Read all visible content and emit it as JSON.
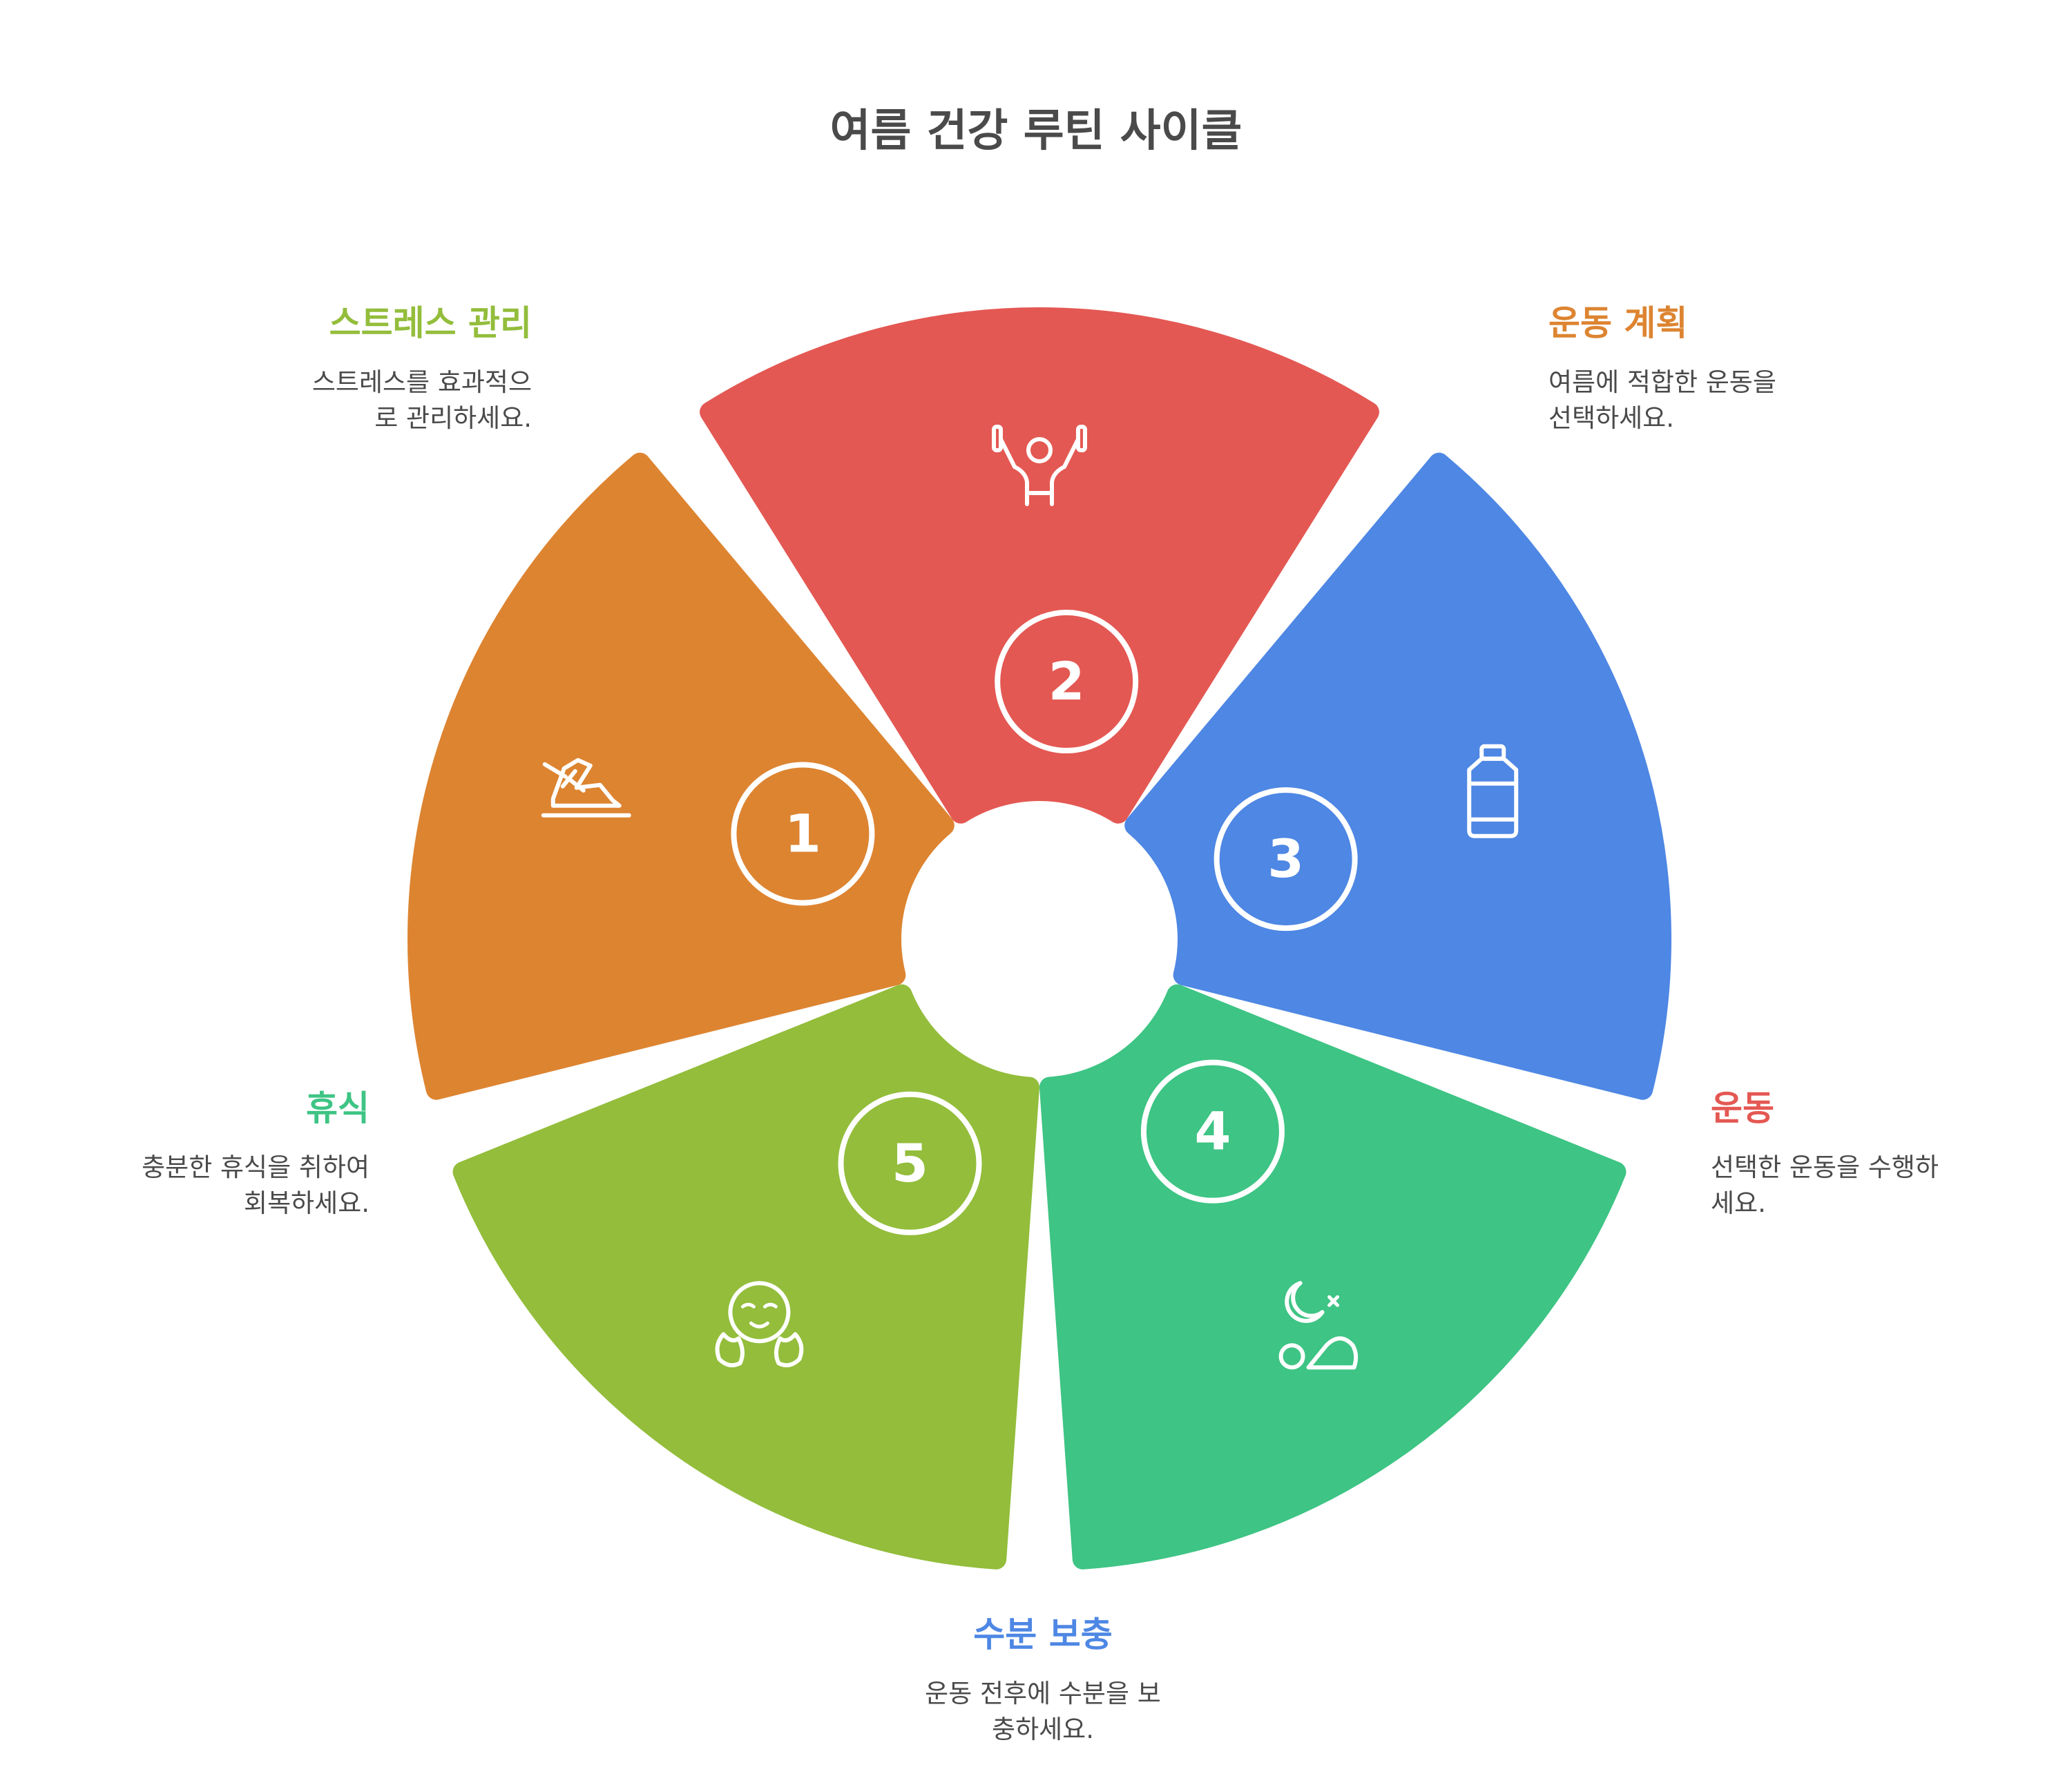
{
  "title": "여름 건강 루틴 사이클",
  "steps": [
    {
      "number": "1",
      "title": "운동 계획",
      "desc_lines": [
        "여름에 적합한 운동을",
        "선택하세요."
      ],
      "color": "#DD8431",
      "icon": "running-shoe-icon"
    },
    {
      "number": "2",
      "title": "운동",
      "desc_lines": [
        "선택한 운동을 수행하",
        "세요."
      ],
      "color": "#E45853",
      "icon": "weightlifting-person-icon"
    },
    {
      "number": "3",
      "title": "수분 보충",
      "desc_lines": [
        "운동 전후에 수분을 보",
        "충하세요."
      ],
      "color": "#4E87E4",
      "icon": "water-bottle-icon"
    },
    {
      "number": "4",
      "title": "휴식",
      "desc_lines": [
        "충분한 휴식을 취하여",
        "회복하세요."
      ],
      "color": "#3EC484",
      "icon": "sleeping-person-moon-icon"
    },
    {
      "number": "5",
      "title": "스트레스 관리",
      "desc_lines": [
        "스트레스를 효과적으",
        "로 관리하세요."
      ],
      "color": "#93BD3B",
      "icon": "relaxed-face-icon"
    }
  ]
}
